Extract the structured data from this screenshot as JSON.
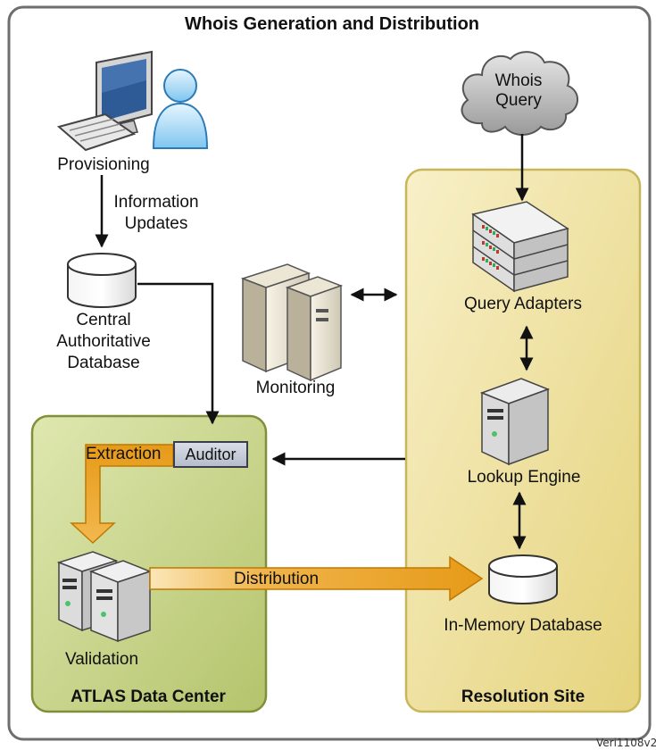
{
  "title": "Whois Generation and Distribution",
  "nodes": {
    "whois_query": [
      "Whois",
      "Query"
    ],
    "provisioning": "Provisioning",
    "information_updates": [
      "Information",
      "Updates"
    ],
    "central_db": [
      "Central",
      "Authoritative",
      "Database"
    ],
    "monitoring": "Monitoring",
    "query_adapters": "Query Adapters",
    "lookup_engine": "Lookup Engine",
    "auditor": "Auditor",
    "extraction": "Extraction",
    "distribution": "Distribution",
    "validation": "Validation",
    "in_memory_db": "In-Memory Database"
  },
  "regions": {
    "atlas": "ATLAS Data Center",
    "resolution": "Resolution Site"
  },
  "footer_id": "Veri1108v2.",
  "colors": {
    "atlas_fill": "#c9d58a",
    "resolution_fill": "#efe19a",
    "orange_arrow": "#e8a020",
    "outer_border": "#6e6e6e"
  }
}
